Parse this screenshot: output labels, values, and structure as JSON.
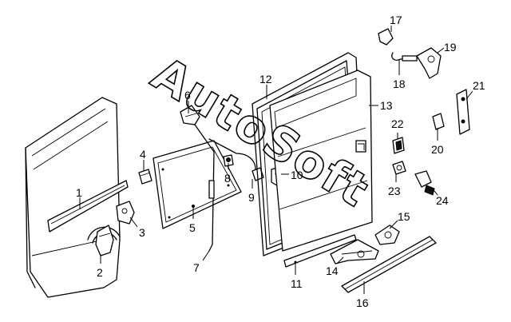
{
  "watermark": "AutoSoft",
  "callouts": [
    {
      "id": "1",
      "label": "1"
    },
    {
      "id": "2",
      "label": "2"
    },
    {
      "id": "3",
      "label": "3"
    },
    {
      "id": "4",
      "label": "4"
    },
    {
      "id": "5",
      "label": "5"
    },
    {
      "id": "6",
      "label": "6"
    },
    {
      "id": "7",
      "label": "7"
    },
    {
      "id": "8",
      "label": "8"
    },
    {
      "id": "9",
      "label": "9"
    },
    {
      "id": "10",
      "label": "10"
    },
    {
      "id": "11",
      "label": "11"
    },
    {
      "id": "12",
      "label": "12"
    },
    {
      "id": "13",
      "label": "13"
    },
    {
      "id": "14",
      "label": "14"
    },
    {
      "id": "15",
      "label": "15"
    },
    {
      "id": "16",
      "label": "16"
    },
    {
      "id": "17",
      "label": "17"
    },
    {
      "id": "18",
      "label": "18"
    },
    {
      "id": "19",
      "label": "19"
    },
    {
      "id": "20",
      "label": "20"
    },
    {
      "id": "21",
      "label": "21"
    },
    {
      "id": "22",
      "label": "22"
    },
    {
      "id": "23",
      "label": "23"
    },
    {
      "id": "24",
      "label": "24"
    }
  ]
}
